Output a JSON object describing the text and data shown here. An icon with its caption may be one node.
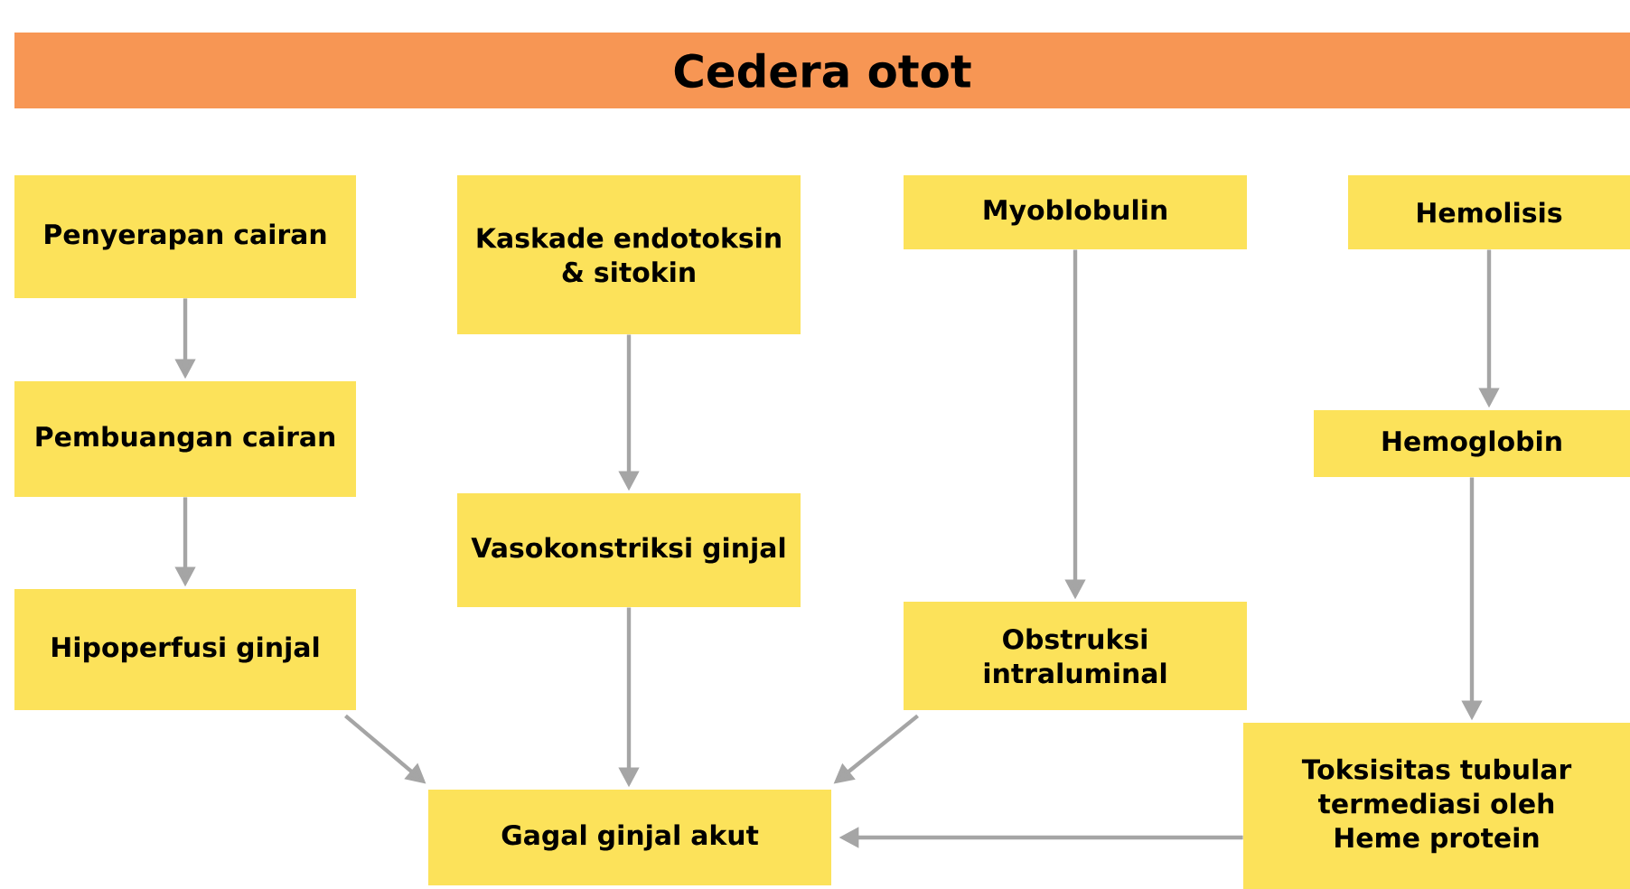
{
  "diagram": {
    "title": "Cedera otot",
    "nodes": [
      {
        "text": [
          "Penyerapan cairan"
        ]
      },
      {
        "text": [
          "Pembuangan cairan"
        ]
      },
      {
        "text": [
          "Hipoperfusi ginjal"
        ]
      },
      {
        "text": [
          "Kaskade endotoksin & sitokin"
        ]
      },
      {
        "text": [
          "Vasokonstriksi ginjal"
        ]
      },
      {
        "text": [
          "Myoblobulin"
        ]
      },
      {
        "text": [
          "Obstruksi intraluminal"
        ]
      },
      {
        "text": [
          "Hemolisis"
        ]
      },
      {
        "text": [
          "Hemoglobin"
        ]
      },
      {
        "text": [
          "Toksisitas tubular termediasi oleh Heme protein"
        ]
      },
      {
        "text": [
          "Gagal ginjal akut"
        ]
      }
    ],
    "edges": [
      {
        "from": 0,
        "to": 1,
        "arrow": "to"
      },
      {
        "from": 1,
        "to": 2,
        "arrow": "to"
      },
      {
        "from": 3,
        "to": 4,
        "arrow": "to"
      },
      {
        "from": 5,
        "to": 6,
        "arrow": "to"
      },
      {
        "from": 7,
        "to": 8,
        "arrow": "to"
      },
      {
        "from": 8,
        "to": 9,
        "arrow": "to"
      },
      {
        "from": 2,
        "to": 10,
        "arrow": "to"
      },
      {
        "from": 4,
        "to": 10,
        "arrow": "to"
      },
      {
        "from": 6,
        "to": 10,
        "arrow": "to"
      },
      {
        "from": 9,
        "to": 10,
        "arrow": "to"
      }
    ]
  }
}
